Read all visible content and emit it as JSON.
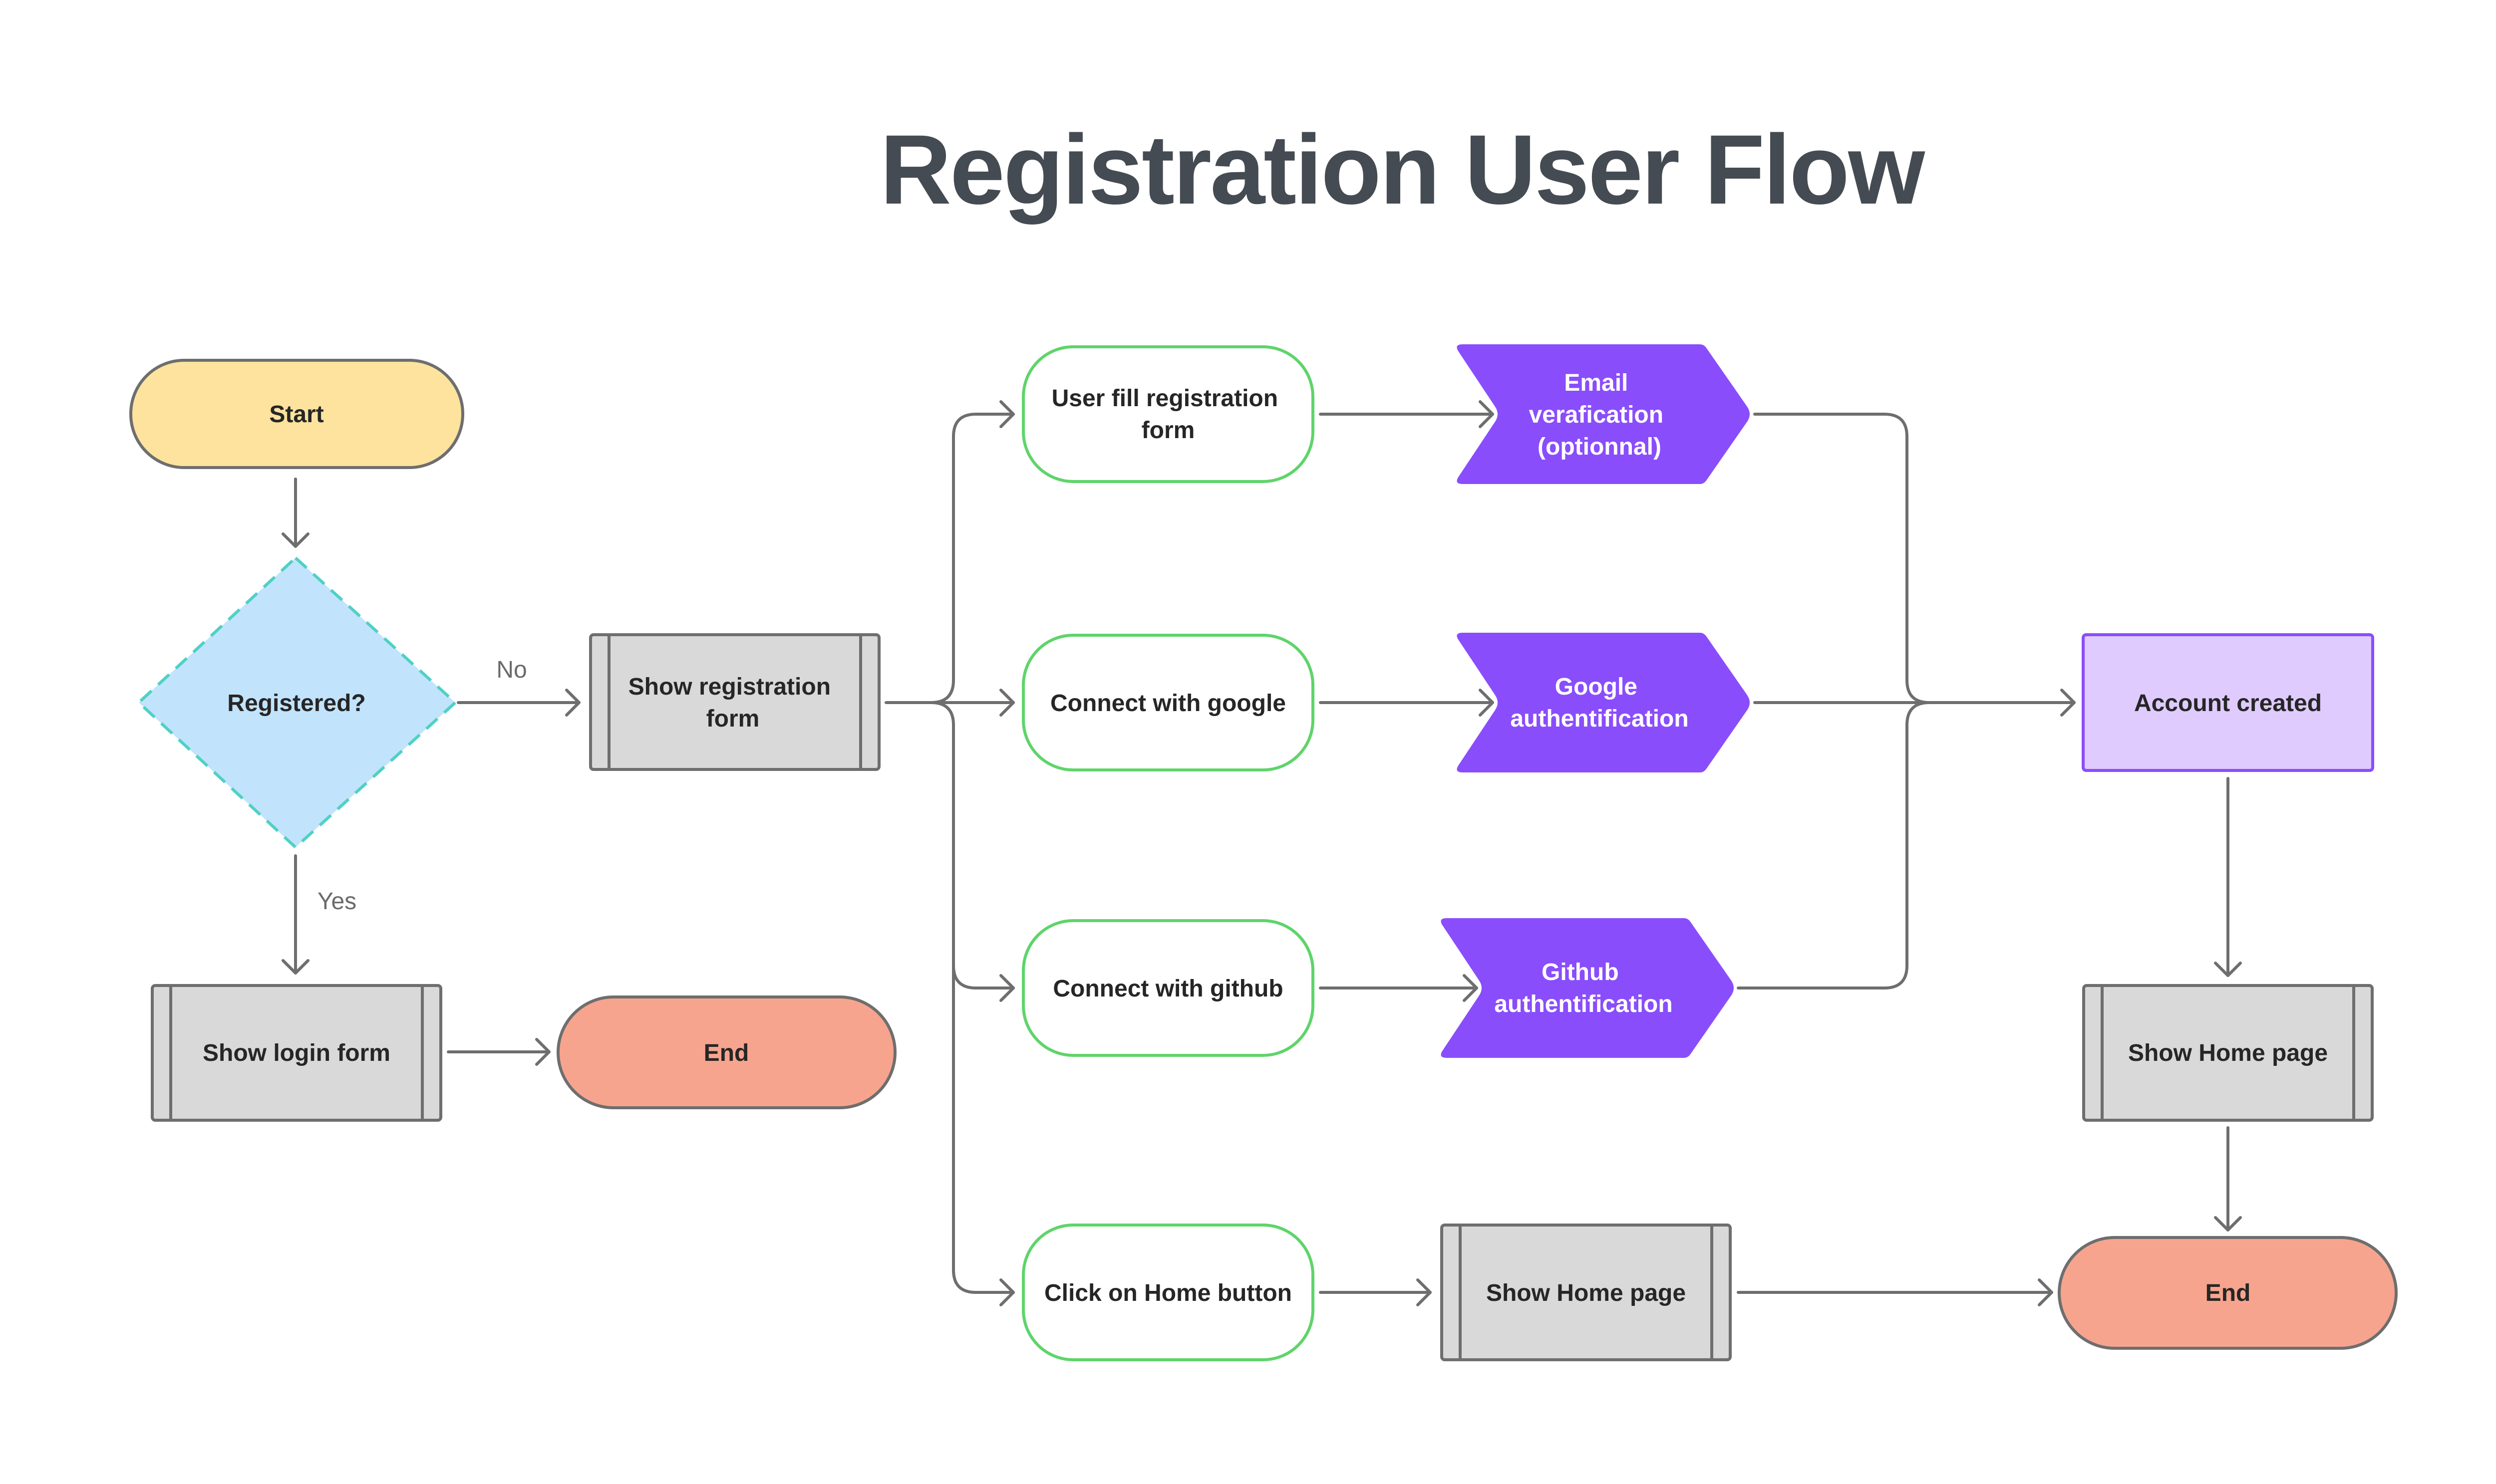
{
  "title": "Registration User Flow",
  "colors": {
    "terminal_start": "#fde39e",
    "terminal_end": "#f7a48e",
    "decision": "#c2e3fc",
    "decision_border": "#4fd1c5",
    "process_fill": "#d9d9d9",
    "input_border": "#5fd46a",
    "purple_step": "#8a4dfb",
    "account_fill": "#dfcbfd",
    "account_border": "#8a4dfb",
    "line": "#6e6e6e"
  },
  "nodes": {
    "start": "Start",
    "registered": "Registered?",
    "show_registration_form": [
      "Show registration",
      "form"
    ],
    "show_login_form": "Show login form",
    "end_left": "End",
    "user_fill_form": [
      "User fill registration",
      "form"
    ],
    "connect_google": "Connect with google",
    "connect_github": "Connect with github",
    "click_home": "Click on Home button",
    "email_verification": [
      "Email",
      "verafication",
      "(optionnal)"
    ],
    "google_auth": [
      "Google",
      "authentification"
    ],
    "github_auth": [
      "Github",
      "authentification"
    ],
    "show_home_mid": "Show Home page",
    "account_created": "Account created",
    "show_home_right": "Show Home page",
    "end_right": "End"
  },
  "edge_labels": {
    "no": "No",
    "yes": "Yes"
  }
}
